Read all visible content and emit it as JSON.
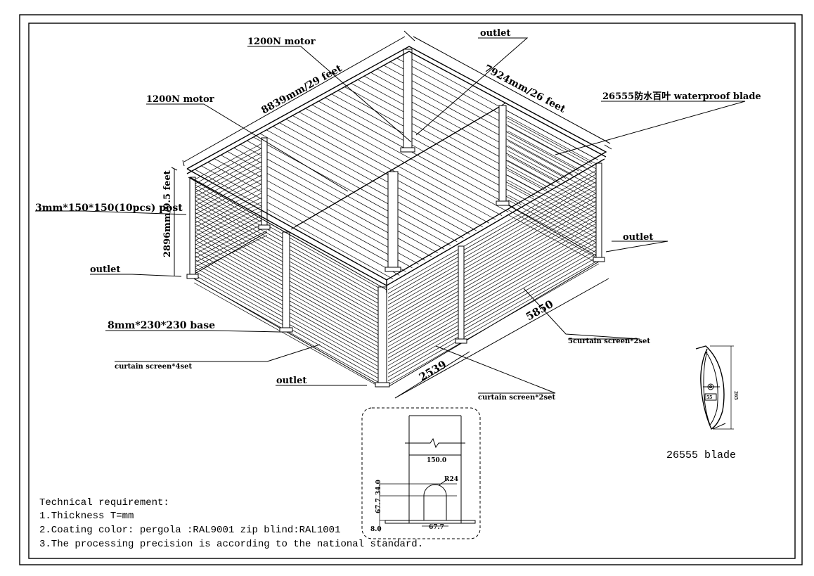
{
  "labels": {
    "motor_top": "1200N motor",
    "motor_left": "1200N motor",
    "outlet_top": "outlet",
    "outlet_right": "outlet",
    "outlet_left": "outlet",
    "outlet_bottom": "outlet",
    "blade_callout": "26555防水百叶 waterproof blade",
    "post": "3mm*150*150(10pcs) post",
    "base": "8mm*230*230 base",
    "curtain_4set": "curtain screen*4set",
    "curtain_2set_right": "5curtain screen*2set",
    "curtain_2set_front": "curtain screen*2set"
  },
  "dimensions": {
    "length": "8839mm/29 feet",
    "width": "7924mm/26 feet",
    "height": "2896mm/9.5 feet",
    "side_5850": "5850",
    "side_2539": "2539"
  },
  "detail": {
    "width_150": "150.0",
    "r24": "R24",
    "h34": "34.0",
    "h67": "67.7",
    "h8": "8.0",
    "w67": "67.7"
  },
  "blade_section": {
    "caption": "26555 blade",
    "dim": "265",
    "small": "55"
  },
  "notes": {
    "heading": "Technical requirement:",
    "line1": "1.Thickness T=mm",
    "line2": "2.Coating color: pergola :RAL9001 zip blind:RAL1001",
    "line3": "3.The processing precision is according to the national standard."
  },
  "colors": {
    "ink": "#000000",
    "paper": "#ffffff"
  }
}
